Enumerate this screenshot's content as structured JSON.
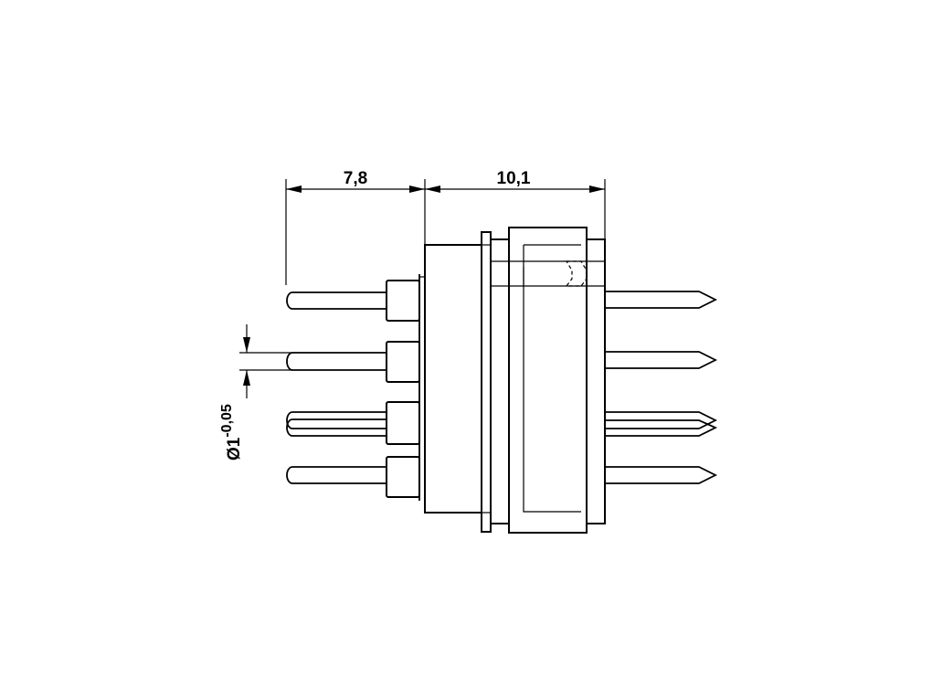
{
  "dimensions": {
    "left_length": "7,8",
    "right_length": "10,1",
    "pin_diameter_symbol": "Ø1",
    "pin_diameter_tolerance": "-0,05"
  },
  "colors": {
    "line": "#000000",
    "background": "#ffffff"
  }
}
